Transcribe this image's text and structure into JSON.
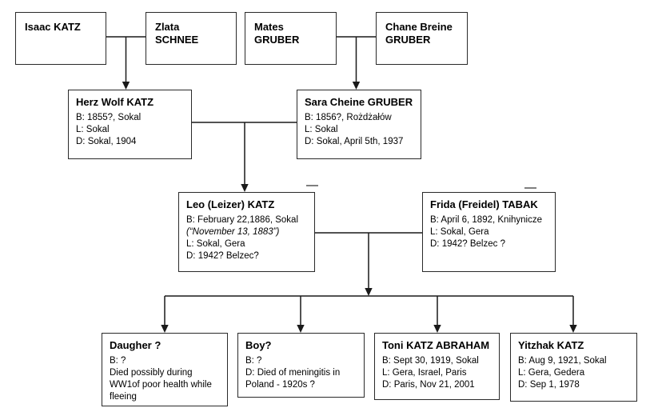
{
  "colors": {
    "line": "#1a1a1a",
    "border": "#2a2a2a",
    "text": "#000000",
    "background": "#ffffff"
  },
  "persons": {
    "isaac": {
      "name": "Isaac KATZ"
    },
    "zlata": {
      "name": "Zlata SCHNEE"
    },
    "mates": {
      "name": "Mates GRUBER"
    },
    "chane": {
      "name": "Chane Breine GRUBER"
    },
    "herz": {
      "name": "Herz Wolf KATZ",
      "lines": [
        "B: 1855?, Sokal",
        "L: Sokal",
        "D: Sokal, 1904"
      ]
    },
    "sara": {
      "name": "Sara Cheine GRUBER",
      "lines": [
        "B: 1856?, Rożdżałów",
        "L: Sokal",
        "D: Sokal, April 5th, 1937"
      ]
    },
    "leo": {
      "name": "Leo (Leizer) KATZ",
      "lines": [
        "B: February 22,1886, Sokal",
        "(“November 13, 1883”)",
        "L: Sokal, Gera",
        "D: 1942? Belzec?"
      ]
    },
    "frida": {
      "name": "Frida (Freidel) TABAK",
      "lines": [
        "B: April 6, 1892, Knihynicze",
        "L: Sokal, Gera",
        "D: 1942? Belzec ?"
      ]
    },
    "daughter": {
      "name": "Daugher ?",
      "lines": [
        "B: ?",
        "Died possibly during",
        "WW1of poor health while",
        "fleeing"
      ]
    },
    "boy": {
      "name": "Boy?",
      "lines": [
        "B: ?",
        "D: Died of meningitis in",
        "Poland - 1920s ?"
      ]
    },
    "toni": {
      "name": "Toni KATZ ABRAHAM",
      "lines": [
        "B: Sept 30, 1919, Sokal",
        "L: Gera, Israel, Paris",
        "D: Paris, Nov 21, 2001"
      ]
    },
    "yitzhak": {
      "name": "Yitzhak KATZ",
      "lines": [
        "B: Aug 9, 1921, Sokal",
        "L: Gera, Gedera",
        "D: Sep 1, 1978"
      ]
    }
  }
}
